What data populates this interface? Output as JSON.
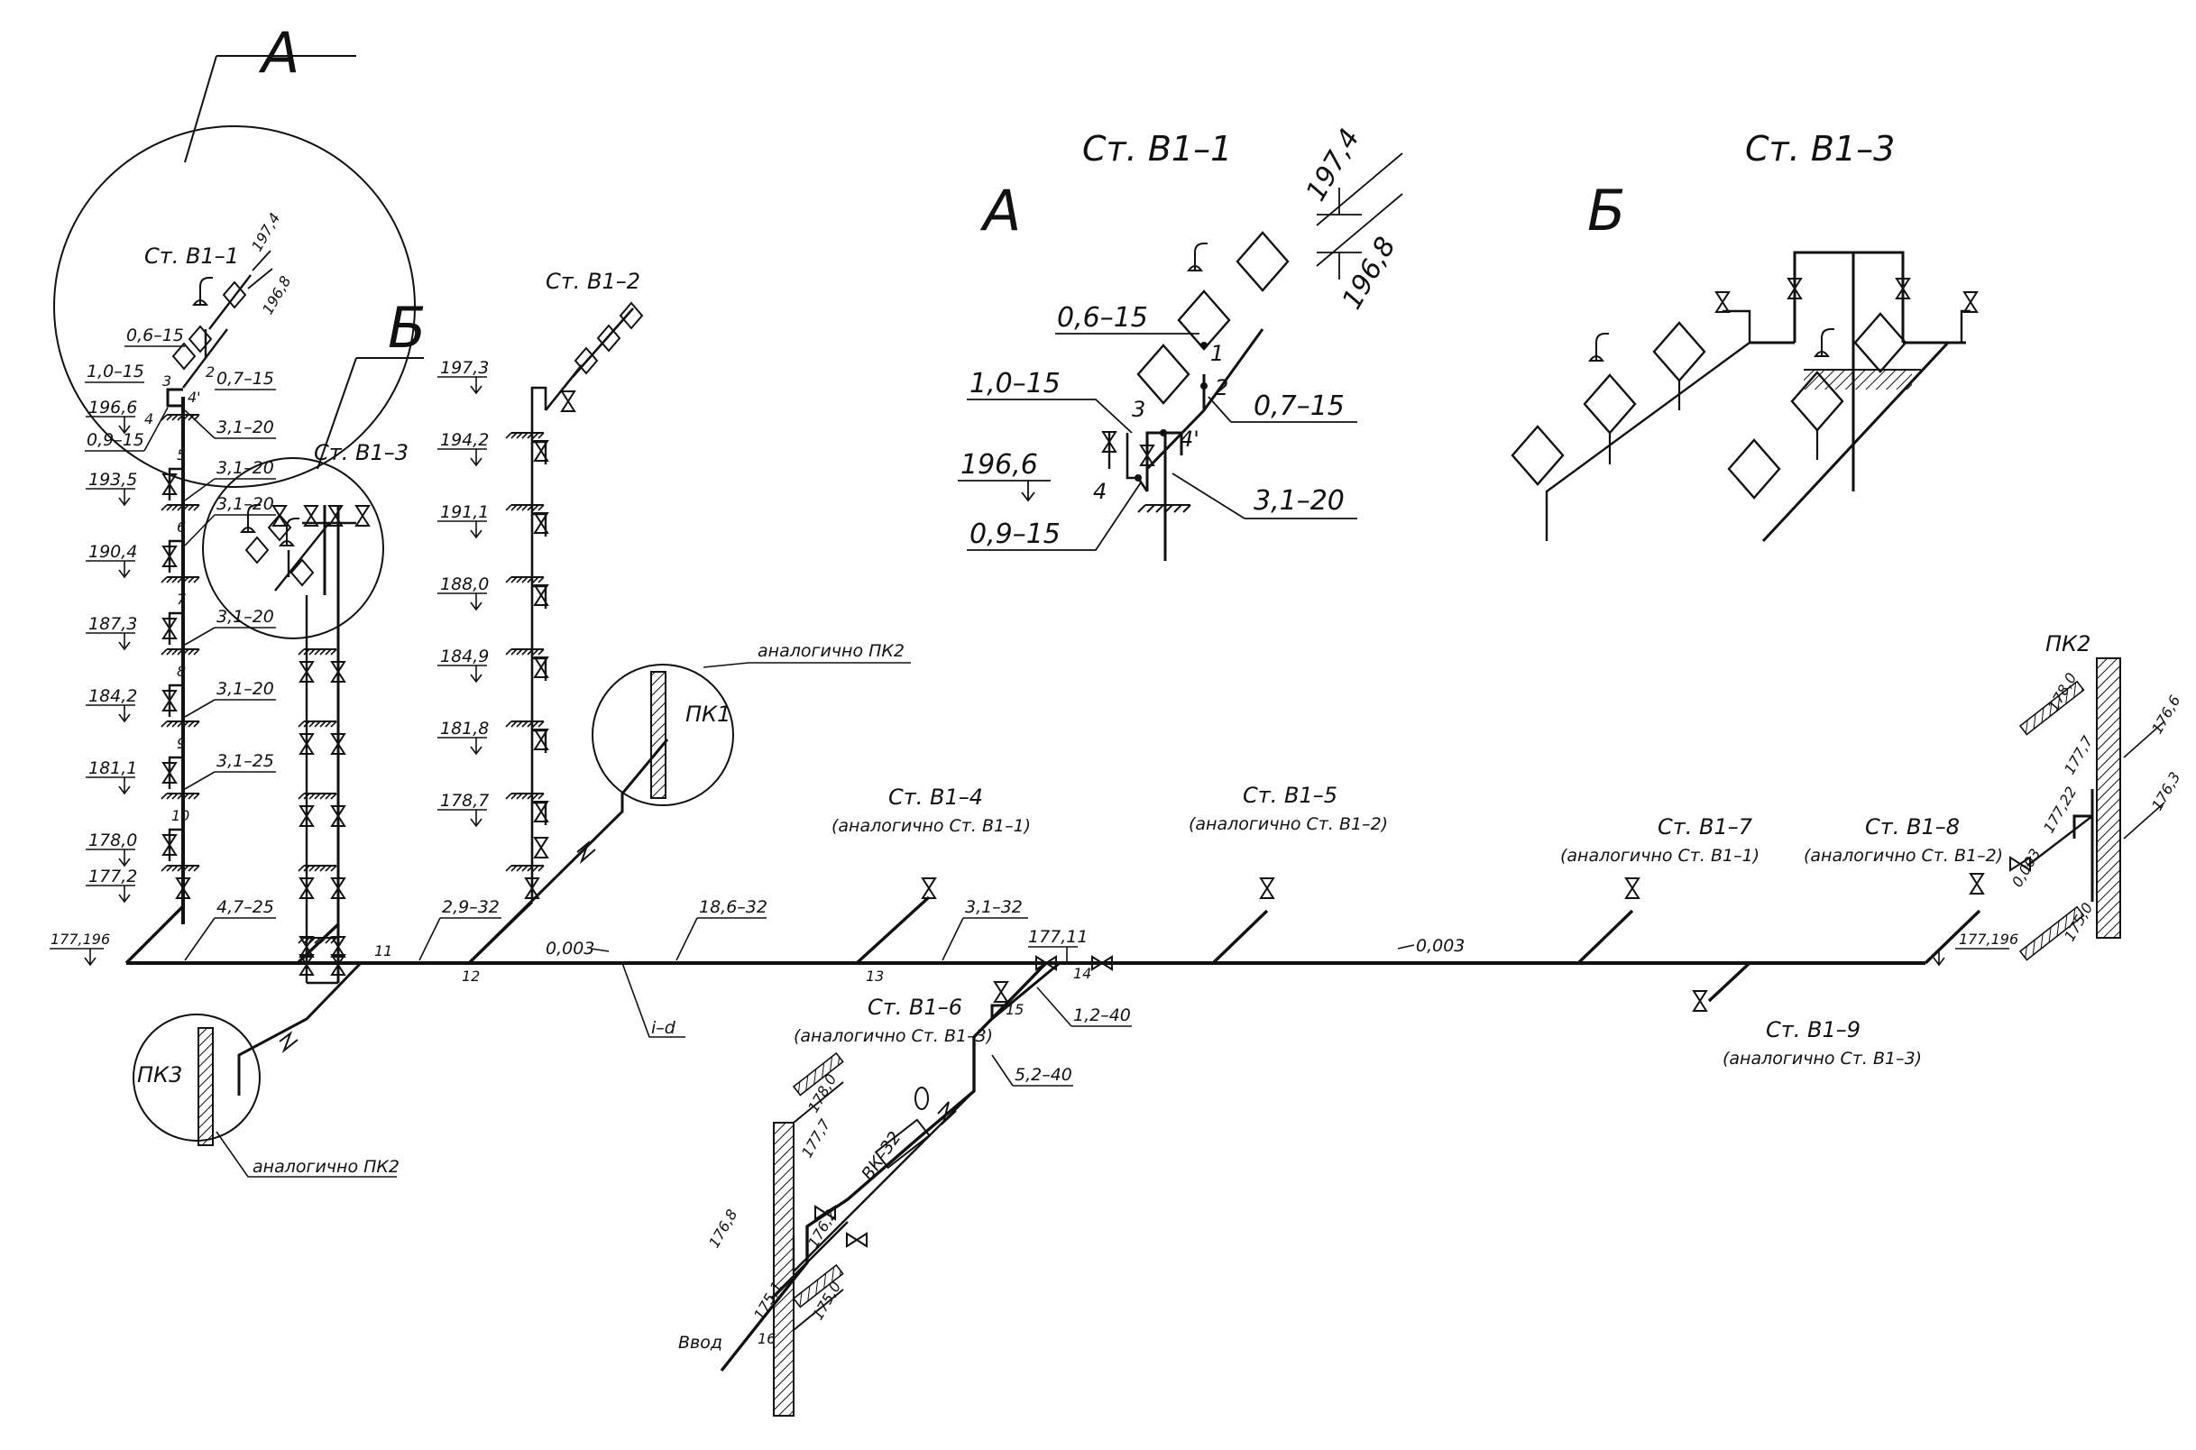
{
  "detail_tags": {
    "a": "А",
    "b": "Б"
  },
  "riser_titles": {
    "st_b1_1": "Ст. В1–1",
    "st_b1_2": "Ст. В1–2",
    "st_b1_3": "Ст. В1–3",
    "detail_a": "Ст. В1–1",
    "detail_b": "Ст. В1–3"
  },
  "risers_remote": [
    {
      "title": "Ст. В1–4",
      "note": "(аналогично Ст. В1–1)"
    },
    {
      "title": "Ст. В1–5",
      "note": "(аналогично Ст. В1–2)"
    },
    {
      "title": "Ст. В1–6",
      "note": "(аналогично Ст. В1–3)"
    },
    {
      "title": "Ст. В1–7",
      "note": "(аналогично Ст. В1–1)"
    },
    {
      "title": "Ст. В1–8",
      "note": "(аналогично Ст. В1–2)"
    },
    {
      "title": "Ст. В1–9",
      "note": "(аналогично Ст. В1–3)"
    }
  ],
  "fire_hydrants": {
    "pk1": "ПК1",
    "pk2": "ПК2",
    "pk3": "ПК3",
    "same_as_pk2": "аналогично ПК2"
  },
  "meter": "ВК–32",
  "inlet": "Ввод",
  "slope_label": "i–d",
  "slopes": [
    "0,003",
    "0,003",
    "0,003"
  ],
  "elevations_b1_1": [
    "196,6",
    "193,5",
    "190,4",
    "187,3",
    "184,2",
    "181,1",
    "178,0",
    "177,2"
  ],
  "elevations_b1_2": [
    "197,3",
    "194,2",
    "191,1",
    "188,0",
    "184,9",
    "181,8",
    "178,7"
  ],
  "elevations_misc": {
    "top_1": "197,4",
    "top_2": "196,8",
    "main_left": "177,196",
    "main_right": "177,196",
    "main_mid": "177,11",
    "inlet_1": "178,0",
    "inlet_2": "177,7",
    "inlet_3": "176,8",
    "inlet_4": "176,2",
    "inlet_5": "175,1",
    "inlet_6": "175,0",
    "pk2_1": "178,0",
    "pk2_2": "177,7",
    "pk2_3": "177,22",
    "pk2_4": "176,6",
    "pk2_5": "176,3",
    "pk2_6": "175,0"
  },
  "pipe_labels_b1_1": [
    "0,6–15",
    "0,7–15",
    "1,0–15",
    "0,9–15",
    "3,1–20",
    "3,1–20",
    "3,1–20",
    "3,1–20",
    "3,1–20",
    "3,1–25"
  ],
  "pipe_labels_main": [
    "4,7–25",
    "2,9–32",
    "18,6–32",
    "3,1–32",
    "1,2–40",
    "5,2–40"
  ],
  "node_numbers": [
    "1",
    "2",
    "3",
    "4",
    "4'",
    "5",
    "6",
    "7",
    "8",
    "9",
    "10",
    "11",
    "12",
    "13",
    "14",
    "15",
    "16"
  ],
  "detail_a_labels": {
    "seg1": "0,6–15",
    "seg2": "0,7–15",
    "seg3": "1,0–15",
    "seg4": "0,9–15",
    "seg5": "3,1–20",
    "elev1": "196,6",
    "elev2": "197,4",
    "elev3": "196,8",
    "n1": "1",
    "n2": "2",
    "n3": "3",
    "n4": "4",
    "n4p": "4'"
  }
}
